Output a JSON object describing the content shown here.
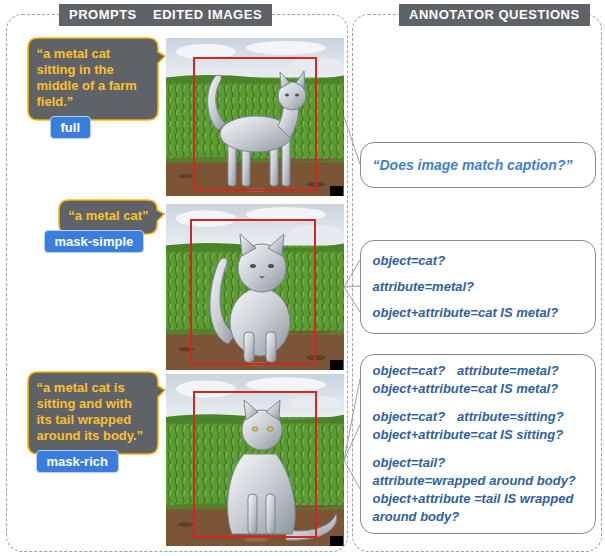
{
  "diagram": {
    "nodes": [
      {
        "text": [
          "PROMPTS",
          "EDITED IMAGES"
        ]
      },
      {
        "text": [
          "“a metal cat sitting in the middle of a farm field.”"
        ],
        "in": 0
      },
      {
        "text": [
          "full"
        ],
        "in": 0
      },
      {
        "text": [
          "“a metal cat”"
        ],
        "in": 0
      },
      {
        "text": [
          "mask-simple"
        ],
        "in": 0
      },
      {
        "text": [
          "“a metal cat is sitting and with its tail wrapped around its body.”"
        ],
        "in": 0
      },
      {
        "text": [
          "mask-rich"
        ],
        "in": 0
      },
      {
        "text": [
          "ANNOTATOR QUESTIONS"
        ]
      },
      {
        "text": [
          "“Does image match caption?”"
        ],
        "in": 7
      },
      {
        "text": [
          "object=cat?",
          "attribute=metal?",
          "object+attribute=cat IS metal?"
        ],
        "in": 7
      },
      {
        "text": [
          "object=cat?",
          "attribute=metal?",
          "object+attribute=cat IS metal?",
          "object=cat?",
          "attribute=sitting?",
          "object+attribute=cat IS sitting?",
          "object=tail?",
          "attribute=wrapped around body?",
          "object+attribute =tail IS wrapped around body?"
        ],
        "in": 7
      }
    ]
  }
}
